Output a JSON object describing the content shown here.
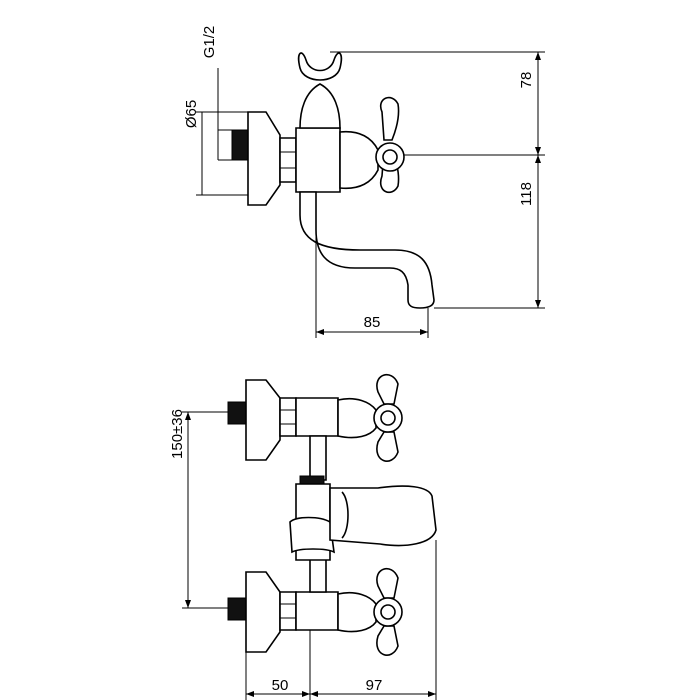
{
  "drawing": {
    "side_view": {
      "thread_label": "G1/2",
      "diameter_label": "Ø65",
      "height_top_label": "78",
      "height_bottom_label": "118",
      "spout_reach_label": "85"
    },
    "front_view": {
      "spacing_label": "150±36",
      "left_offset_label": "50",
      "right_offset_label": "97"
    }
  }
}
